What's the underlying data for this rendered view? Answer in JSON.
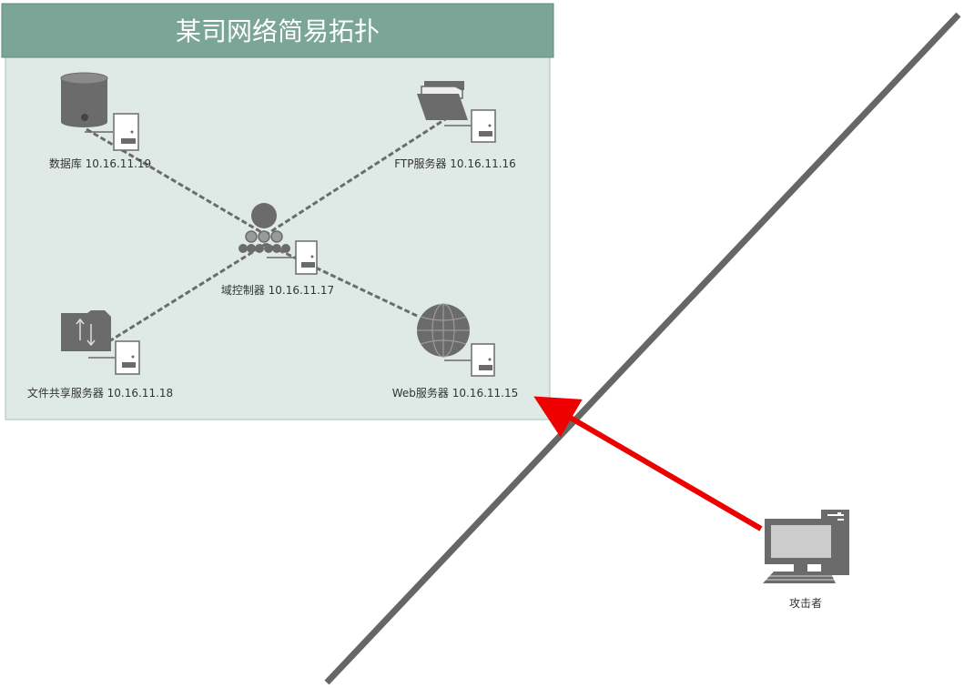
{
  "diagram": {
    "title": "某司网络简易拓扑",
    "nodes": {
      "database": {
        "label": "数据库 10.16.11.19"
      },
      "ftp": {
        "label": "FTP服务器 10.16.11.16"
      },
      "domain_controller": {
        "label": "域控制器 10.16.11.17"
      },
      "file_share": {
        "label": "文件共享服务器 10.16.11.18"
      },
      "web": {
        "label": "Web服务器 10.16.11.15"
      },
      "attacker": {
        "label": "攻击者"
      }
    },
    "colors": {
      "panel_fill": "#dfe9e6",
      "panel_border": "#b7c8c3",
      "title_fill": "#7aa597",
      "icon_gray": "#6b6b6b",
      "link_gray": "#6b6b6b",
      "boundary_line": "#666666",
      "attack_arrow": "#ee0000"
    }
  }
}
